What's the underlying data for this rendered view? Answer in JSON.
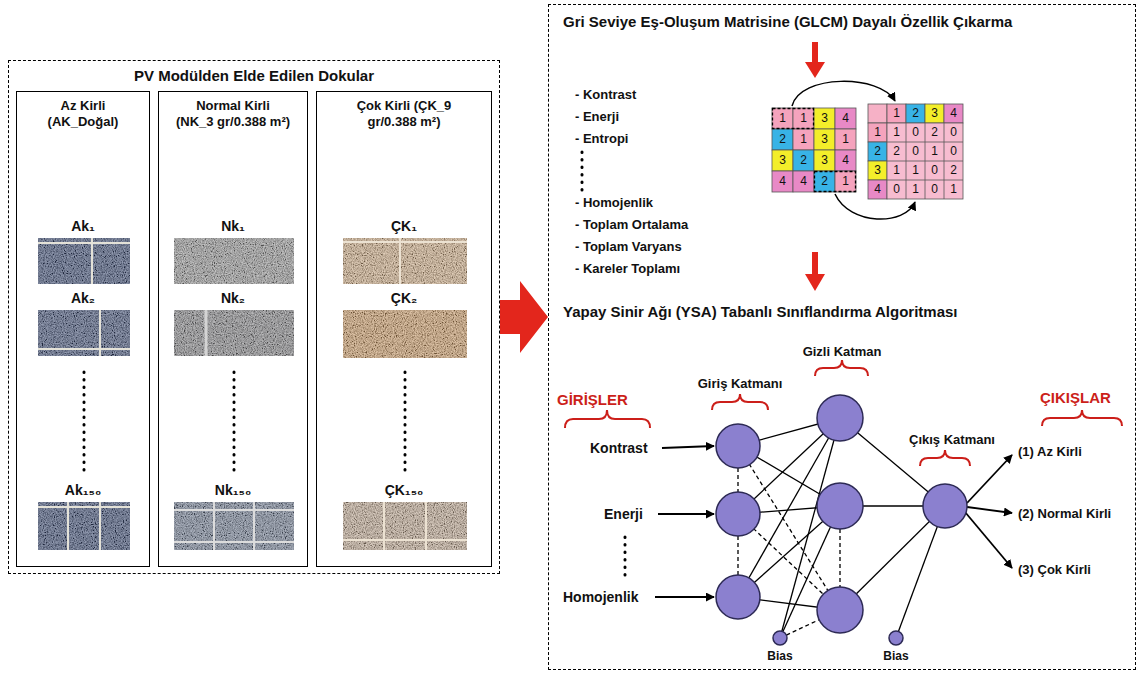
{
  "diagram": {
    "nodes": [
      {
        "text": [
          "PV Modülden Elde Edilen Dokular"
        ]
      },
      {
        "text": [
          "Az Kirli (AK_Doğal)",
          "Ak₁",
          "Ak₂",
          "Ak₁₅₀"
        ],
        "in": 0
      },
      {
        "text": [
          "Normal Kirli (NK_3 gr/0.388 m²)",
          "Nk₁",
          "Nk₂",
          "Nk₁₅₀"
        ],
        "in": 0
      },
      {
        "text": [
          "Çok Kirli (ÇK_9 gr/0.388 m²)",
          "ÇK₁",
          "ÇK₂",
          "ÇK₁₅₀"
        ],
        "in": 0
      },
      {
        "text": [
          "Gri Seviye Eş-Oluşum Matrisine (GLCM) Dayalı Özellik Çıkarma",
          "Yapay Sinir Ağı (YSA) Tabanlı Sınıflandırma Algoritması"
        ]
      }
    ],
    "edges": [
      {
        "from": 0,
        "to": 4,
        "arrow": "to"
      }
    ],
    "labels": [
      "- Kontrast",
      "- Enerji",
      "- Entropi",
      "- Homojenlik",
      "- Toplam Ortalama",
      "- Toplam Varyans",
      "- Kareler Toplamı",
      "1",
      "1",
      "3",
      "4",
      "2",
      "1",
      "3",
      "1",
      "3",
      "2",
      "3",
      "4",
      "4",
      "4",
      "2",
      "1",
      "1",
      "2",
      "3",
      "4",
      "1",
      "2",
      "3",
      "4",
      "1",
      "0",
      "2",
      "0",
      "2",
      "0",
      "1",
      "0",
      "1",
      "1",
      "0",
      "2",
      "0",
      "1",
      "0",
      "1",
      "GİRİŞLER",
      "Giriş Katmanı",
      "Gizli Katman",
      "Kontrast",
      "Enerji",
      "Homojenlik",
      "Çıkış Katmanı",
      "ÇIKIŞLAR",
      "(1) Az Kirli",
      "(2) Normal Kirli",
      "(3) Çok Kirli",
      "Bias",
      "Bias"
    ]
  }
}
